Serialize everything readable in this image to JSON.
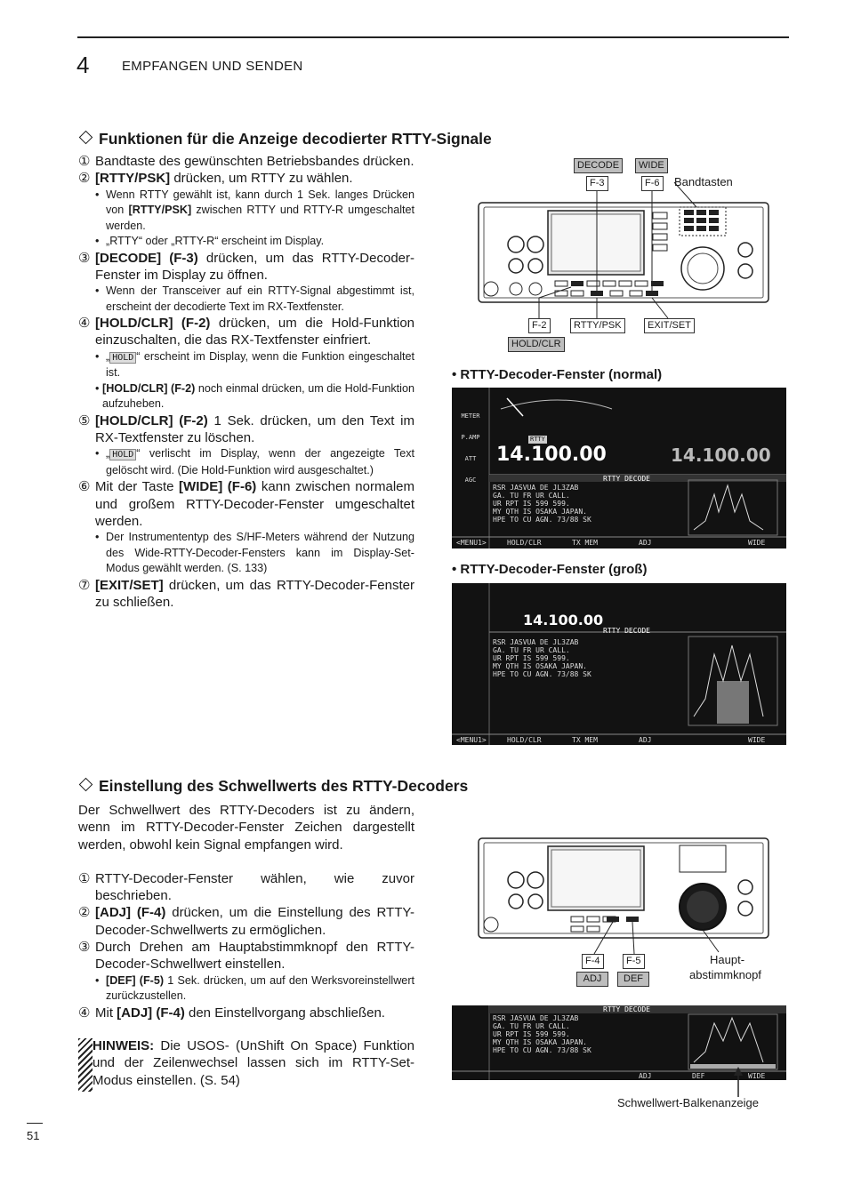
{
  "header": {
    "chapter": "4",
    "title": "EMPFANGEN UND SENDEN"
  },
  "section1": {
    "title": "Funktionen für die Anzeige decodierter RTTY-Signale",
    "s1n": "①",
    "s1": "Bandtaste des gewünschten Betriebsbandes drücken.",
    "s2n": "②",
    "s2a": "[RTTY/PSK]",
    "s2b": " drücken, um RTTY zu wählen.",
    "s2sub1a": "Wenn RTTY gewählt ist, kann durch 1 Sek. langes Drücken von ",
    "s2sub1b": "[RTTY/PSK]",
    "s2sub1c": " zwischen RTTY und RTTY-R umgeschaltet werden.",
    "s2sub2": "„RTTY“ oder „RTTY-R“ erscheint im Display.",
    "s3n": "③",
    "s3a": "[DECODE] (F-3)",
    "s3b": " drücken, um das RTTY-Decoder-Fenster im Display zu öffnen.",
    "s3sub1": "Wenn der Transceiver auf ein RTTY-Signal abgestimmt ist, erscheint der decodierte Text im RX-Textfenster.",
    "s4n": "④",
    "s4a": "[HOLD/CLR] (F-2)",
    "s4b": " drücken, um die Hold-Funktion einzuschalten, die das RX-Textfenster einfriert.",
    "s4sub1a": "„",
    "s4hold": "HOLD",
    "s4sub1b": "“ erscheint im Display, wenn die Funktion eingeschaltet ist.",
    "s4sub2a": "[HOLD/CLR] (F-2)",
    "s4sub2b": " noch einmal drücken, um die Hold-Funktion aufzuheben.",
    "s5n": "⑤",
    "s5a": "[HOLD/CLR] (F-2)",
    "s5b": " 1 Sek. drücken, um den Text im RX-Textfenster zu löschen.",
    "s5sub1a": "„",
    "s5hold": "HOLD",
    "s5sub1b": "“ verlischt im Display, wenn der angezeigte Text gelöscht wird. (Die Hold-Funktion wird ausgeschaltet.)",
    "s6n": "⑥",
    "s6a": "Mit der Taste ",
    "s6b": "[WIDE] (F-6)",
    "s6c": " kann zwischen normalem und großem RTTY-Decoder-Fenster umgeschaltet werden.",
    "s6sub1": "Der Instrumententyp des S/HF-Meters während der Nutzung des Wide-RTTY-Decoder-Fensters kann im Display-Set-Modus gewählt werden. (S. 133)",
    "s7n": "⑦",
    "s7a": "[EXIT/SET]",
    "s7b": " drücken, um das RTTY-Decoder-Fenster zu schließen."
  },
  "diagram1": {
    "decode": "DECODE",
    "wide": "WIDE",
    "f3": "F-3",
    "f6": "F-6",
    "bandtasten": "Bandtasten",
    "f2": "F-2",
    "rttypsk": "RTTY/PSK",
    "exitset": "EXIT/SET",
    "holdclr": "HOLD/CLR"
  },
  "screen1": {
    "caption": "• RTTY-Decoder-Fenster (normal)",
    "freq_main": "14.100.00",
    "freq_sub": "14.100.00",
    "mode": "RTTY",
    "title": "RTTY DECODE",
    "rx": [
      "RSR JASVUA DE JL3ZAB",
      "GA. TU FR UR CALL.",
      "UR RPT IS 599 599.",
      "MY QTH IS OSAKA JAPAN.",
      "HPE TO CU AGN. 73/88 SK"
    ],
    "meter": "METER",
    "pamp": "P.AMP",
    "att": "ATT",
    "agc": "AGC",
    "fn": [
      "<MENU1>",
      "HOLD/CLR",
      "TX MEM",
      "ADJ",
      "WIDE"
    ]
  },
  "screen2": {
    "caption": "• RTTY-Decoder-Fenster (groß)",
    "freq": "14.100.00",
    "title": "RTTY DECODE",
    "fn": [
      "<MENU1>",
      "HOLD/CLR",
      "TX MEM",
      "ADJ",
      "WIDE"
    ]
  },
  "section2": {
    "title": "Einstellung des Schwellwerts des RTTY-Decoders",
    "intro": "Der Schwellwert des RTTY-Decoders ist zu ändern, wenn im RTTY-Decoder-Fenster Zeichen dargestellt werden, obwohl kein Signal empfangen wird.",
    "s1n": "①",
    "s1": "RTTY-Decoder-Fenster wählen, wie zuvor beschrieben.",
    "s2n": "②",
    "s2a": "[ADJ] (F-4)",
    "s2b": " drücken, um die Einstellung des RTTY-Decoder-Schwellwerts zu ermöglichen.",
    "s3n": "③",
    "s3": "Durch Drehen am Hauptabstimmknopf den RTTY-Decoder-Schwellwert einstellen.",
    "s3sub1a": "[DEF] (F-5)",
    "s3sub1b": " 1 Sek. drücken, um auf den Werksvoreinstellwert zurückzustellen.",
    "s4n": "④",
    "s4a": "Mit ",
    "s4b": "[ADJ] (F-4)",
    "s4c": " den Einstellvorgang abschließen.",
    "noteLabel": "HINWEIS:",
    "note": " Die USOS- (UnShift On Space) Funktion und der Zeilenwechsel lassen sich im RTTY-Set-Modus einstellen. (S. 54)"
  },
  "diagram2": {
    "f4": "F-4",
    "f5": "F-5",
    "adj": "ADJ",
    "def": "DEF",
    "haupt1": "Haupt-",
    "haupt2": "abstimmknopf"
  },
  "screen3": {
    "title": "RTTY DECODE",
    "fn": [
      "ADJ",
      "DEF",
      "WIDE"
    ],
    "caption": "Schwellwert-Balkenanzeige"
  },
  "page": "51"
}
